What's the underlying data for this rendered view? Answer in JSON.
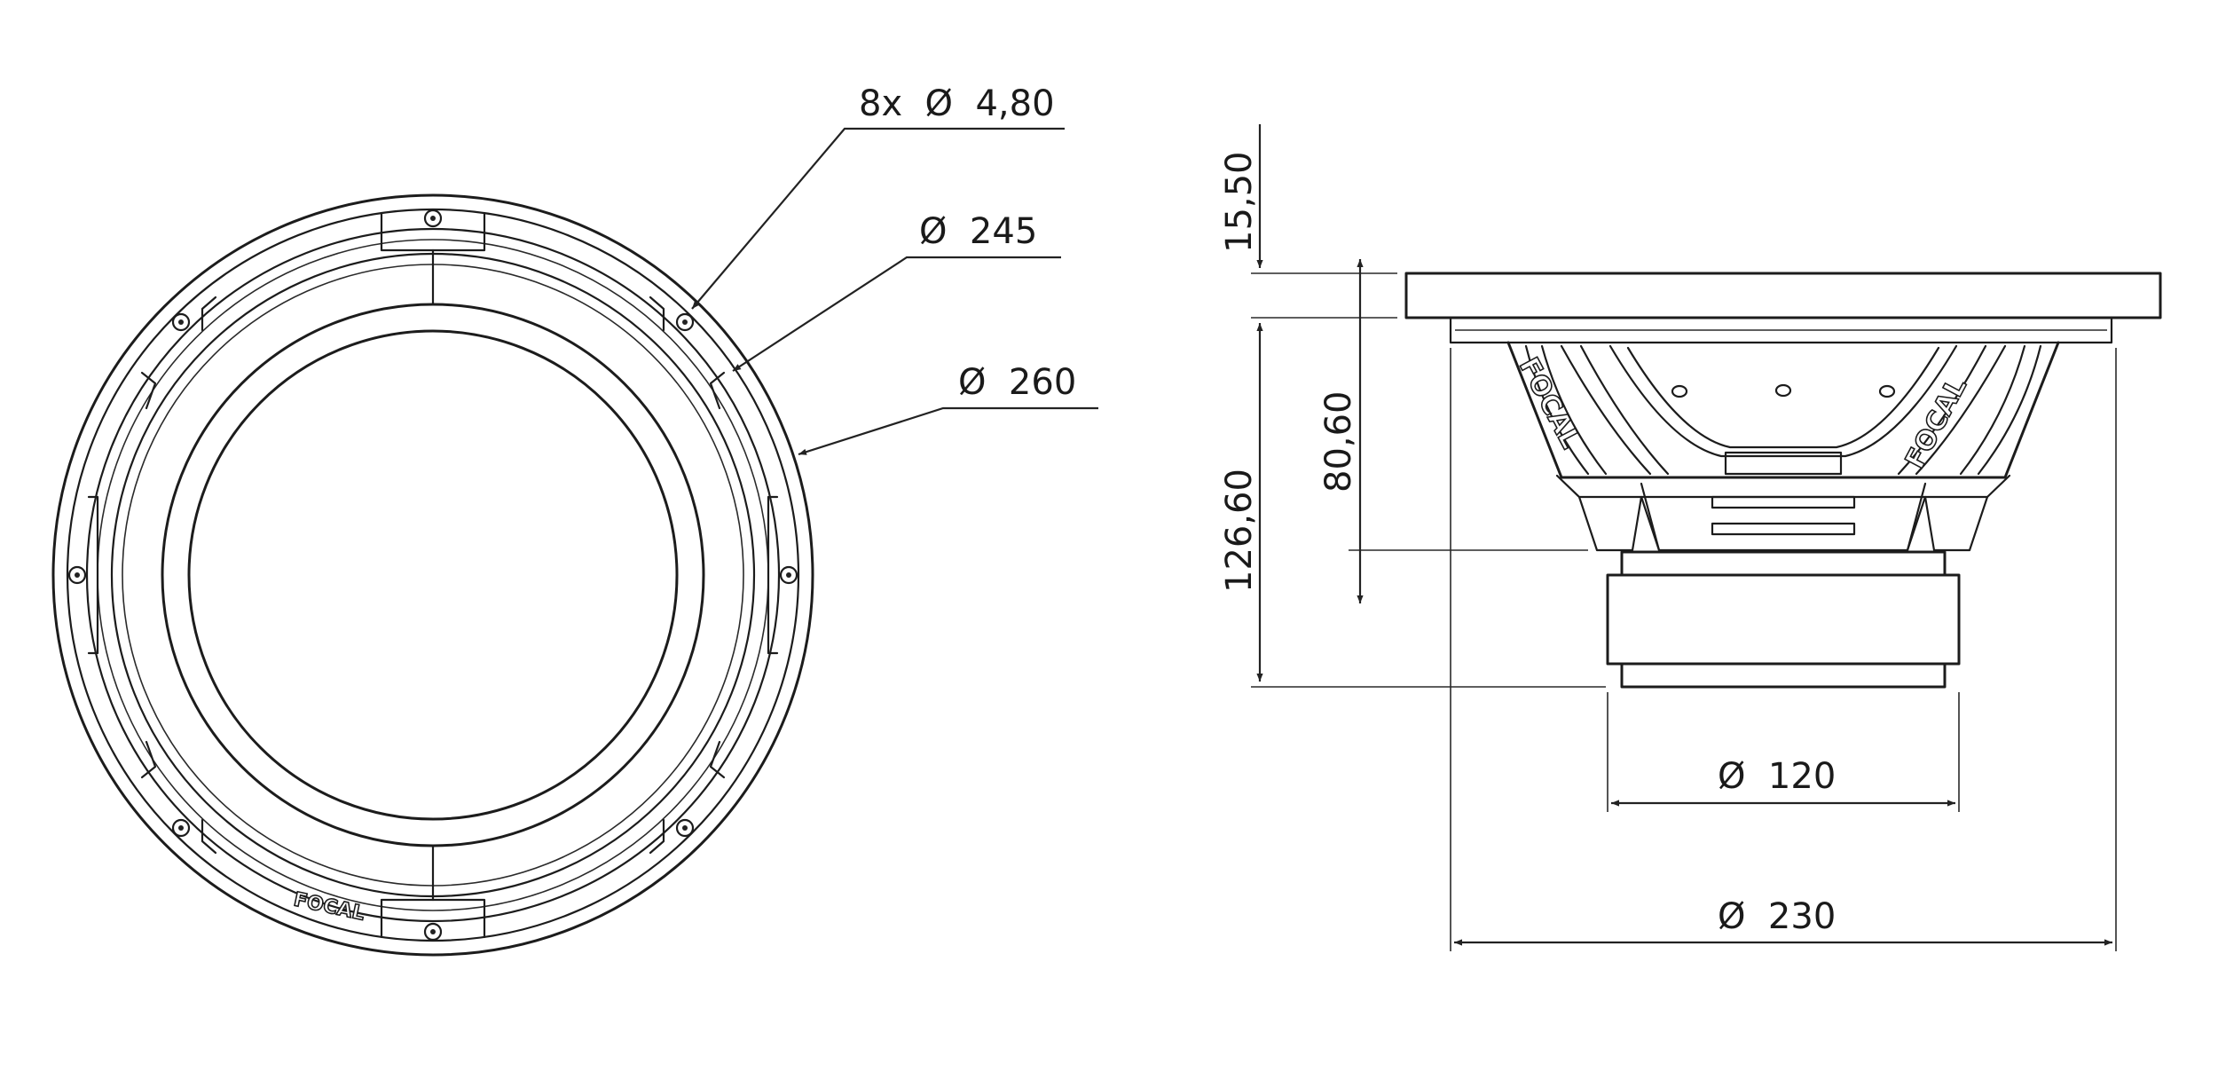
{
  "front_view": {
    "brand_text": "FOCAL"
  },
  "side_view": {
    "brand_text": "FOCAL"
  },
  "dimensions": {
    "holes": "8x  Ø  4,80",
    "cutout": "Ø  245",
    "outer": "Ø  260",
    "flange_height": "15,50",
    "mount_depth": "80,60",
    "total_depth": "126,60",
    "magnet": "Ø  120",
    "basket": "Ø  230"
  }
}
